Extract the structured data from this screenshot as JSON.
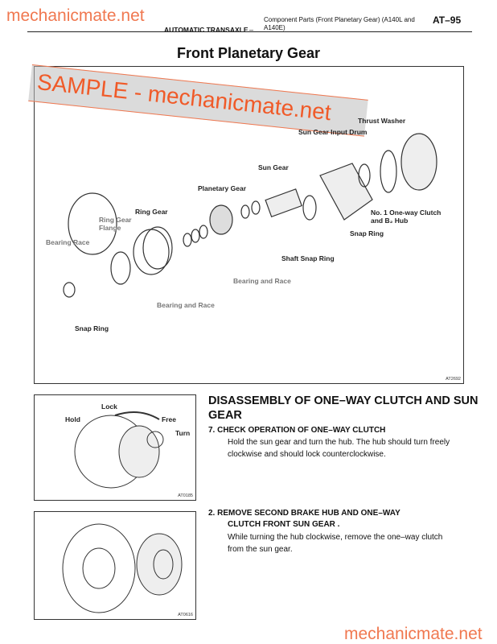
{
  "watermark": {
    "site": "mechanicmate.net",
    "banner": "SAMPLE - mechanicmate.net"
  },
  "header": {
    "section": "AUTOMATIC TRANSAXLE",
    "dash": "–",
    "subtitle": "Component Parts (Front Planetary Gear) (A140L and A140E)",
    "page": "AT–95"
  },
  "title": "Front Planetary Gear",
  "diagram": {
    "code": "AT2692",
    "labels": [
      "Thrust Washer",
      "Sun Gear Input Drum",
      "Sun Gear",
      "Planetary Gear",
      "Ring Gear",
      "Ring Gear Flange",
      "Bearing Race",
      "No. 1 One-way Clutch and B₂ Hub",
      "Snap Ring",
      "Shaft Snap Ring",
      "Bearing and Race",
      "Bearing and Race",
      "Snap Ring"
    ]
  },
  "fig1": {
    "labels": [
      "Lock",
      "Hold",
      "Free",
      "Turn"
    ],
    "code": "AT0185"
  },
  "fig2": {
    "code": "AT0616"
  },
  "section_title": "DISASSEMBLY OF ONE–WAY CLUTCH AND SUN GEAR",
  "steps": [
    {
      "heading": "7. CHECK OPERATION OF ONE–WAY CLUTCH",
      "text": "Hold the sun gear and turn the hub. The hub should turn freely clockwise and should lock counterclockwise."
    },
    {
      "heading": "2. REMOVE SECOND BRAKE HUB AND ONE–WAY",
      "heading2": "CLUTCH FRONT SUN GEAR .",
      "text": "While turning the hub clockwise, remove the one–way clutch from the sun gear."
    }
  ]
}
